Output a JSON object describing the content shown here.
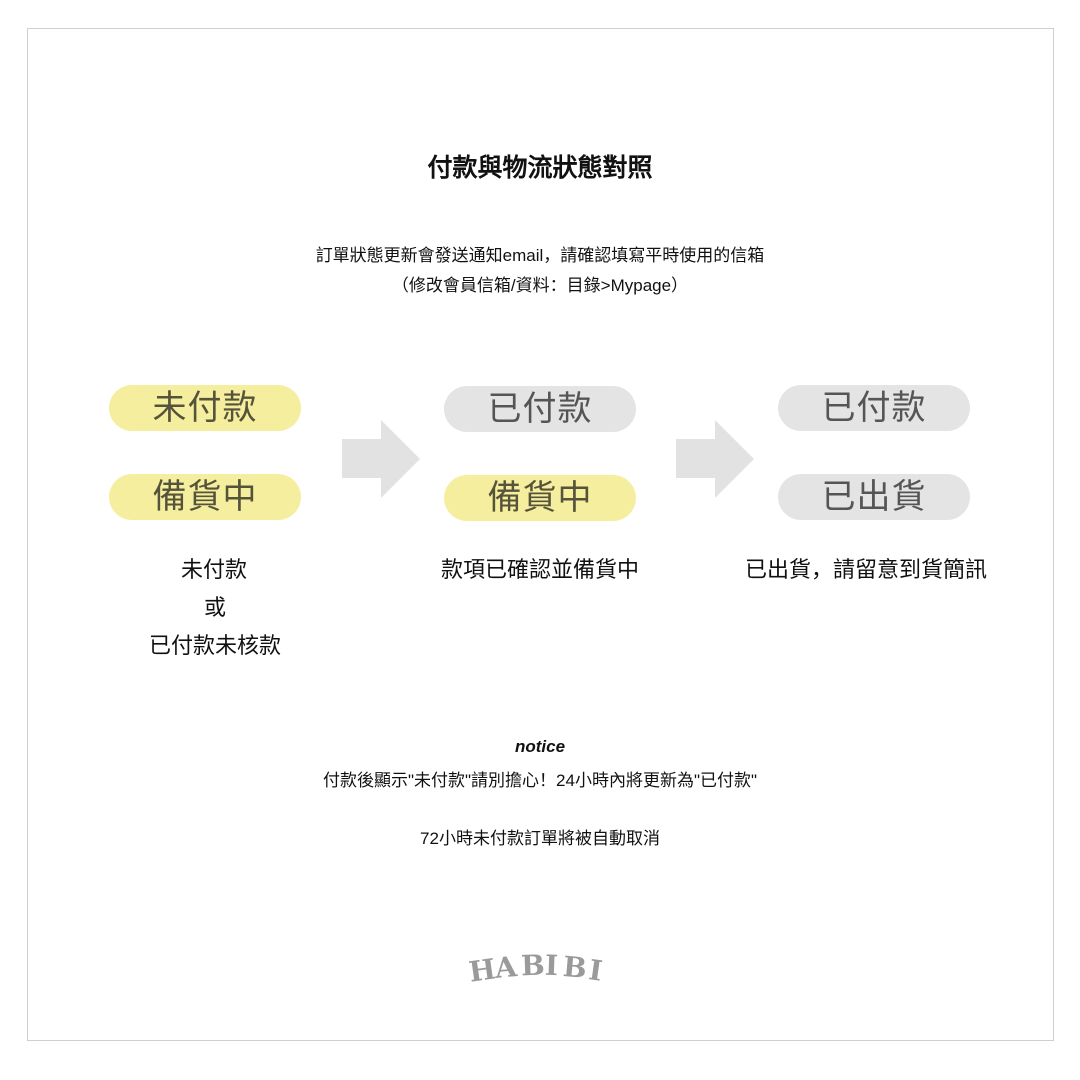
{
  "title": "付款與物流狀態對照",
  "intro": [
    "訂單狀態更新會發送通知email，請確認填寫平時使用的信箱",
    "（修改會員信箱/資料：目錄>Mypage）"
  ],
  "columns": [
    {
      "payment": "未付款",
      "shipping": "備貨中",
      "description": [
        "未付款",
        "或",
        "已付款未核款"
      ]
    },
    {
      "payment": "已付款",
      "shipping": "備貨中",
      "description": [
        "款項已確認並備貨中"
      ]
    },
    {
      "payment": "已付款",
      "shipping": "已出貨",
      "description": [
        "已出貨，請留意到貨簡訊"
      ]
    }
  ],
  "notice": {
    "heading": "notice",
    "line1": "付款後顯示\"未付款\"請別擔心！24小時內將更新為\"已付款\"",
    "line2": "72小時未付款訂單將被自動取消"
  },
  "logo": "HABIBI",
  "colors": {
    "pending": "#f6ee9f",
    "done": "#e4e4e4",
    "arrow": "#e2e2e2"
  }
}
